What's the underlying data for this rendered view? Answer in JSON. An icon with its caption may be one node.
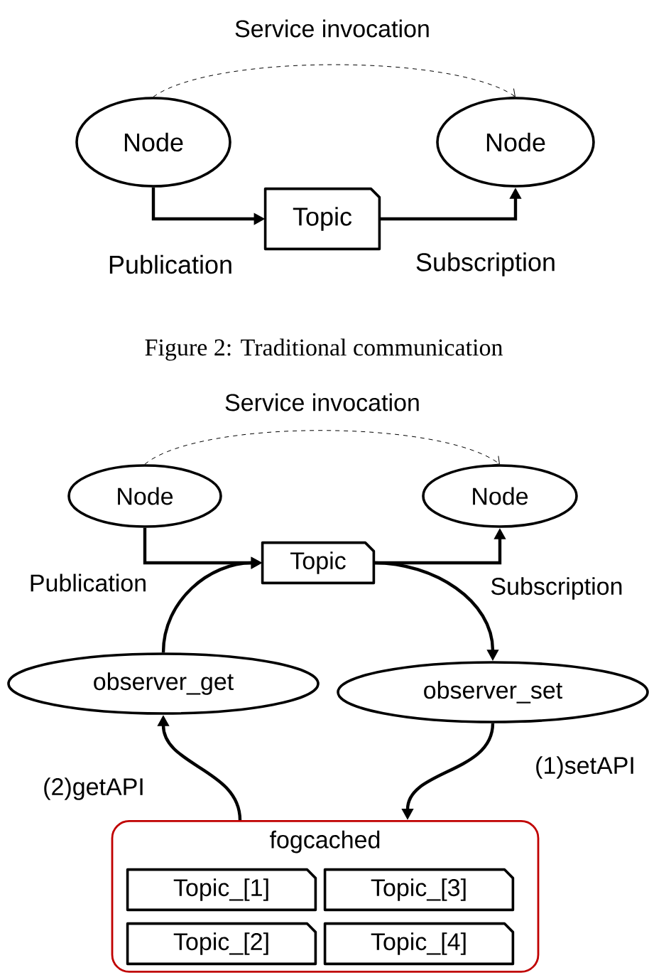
{
  "diagram": {
    "nodes": [
      {
        "text": [
          "Node"
        ]
      },
      {
        "text": [
          "Node"
        ]
      },
      {
        "text": [
          "Topic"
        ]
      },
      {
        "text": [
          "Node"
        ]
      },
      {
        "text": [
          "Node"
        ]
      },
      {
        "text": [
          "Topic"
        ]
      },
      {
        "text": [
          "observer_get"
        ]
      },
      {
        "text": [
          "observer_set"
        ]
      },
      {
        "text": [
          "fogcached"
        ]
      },
      {
        "text": [
          "Topic_[1]"
        ],
        "in": 8
      },
      {
        "text": [
          "Topic_[3]"
        ],
        "in": 8
      },
      {
        "text": [
          "Topic_[2]"
        ],
        "in": 8
      },
      {
        "text": [
          "Topic_[4]"
        ],
        "in": 8
      }
    ],
    "edges": [
      {
        "from": 0,
        "to": 1,
        "arrow": "to",
        "style": "dashed",
        "label": "Service invocation"
      },
      {
        "from": 0,
        "to": 2,
        "arrow": "to",
        "label": "Publication"
      },
      {
        "from": 2,
        "to": 1,
        "arrow": "to",
        "label": "Subscription"
      },
      {
        "from": 3,
        "to": 4,
        "arrow": "to",
        "style": "dashed",
        "label": "Service invocation"
      },
      {
        "from": 3,
        "to": 5,
        "arrow": "to",
        "label": "Publication"
      },
      {
        "from": 5,
        "to": 4,
        "arrow": "to",
        "label": "Subscription"
      },
      {
        "from": 6,
        "to": 5,
        "arrow": "to"
      },
      {
        "from": 5,
        "to": 7,
        "arrow": "to"
      },
      {
        "from": 8,
        "to": 6,
        "arrow": "to",
        "label": "(2)getAPI"
      },
      {
        "from": 7,
        "to": 8,
        "arrow": "to",
        "label": "(1)setAPI"
      }
    ],
    "labels": [
      "Figure 2: Traditional communication"
    ]
  }
}
